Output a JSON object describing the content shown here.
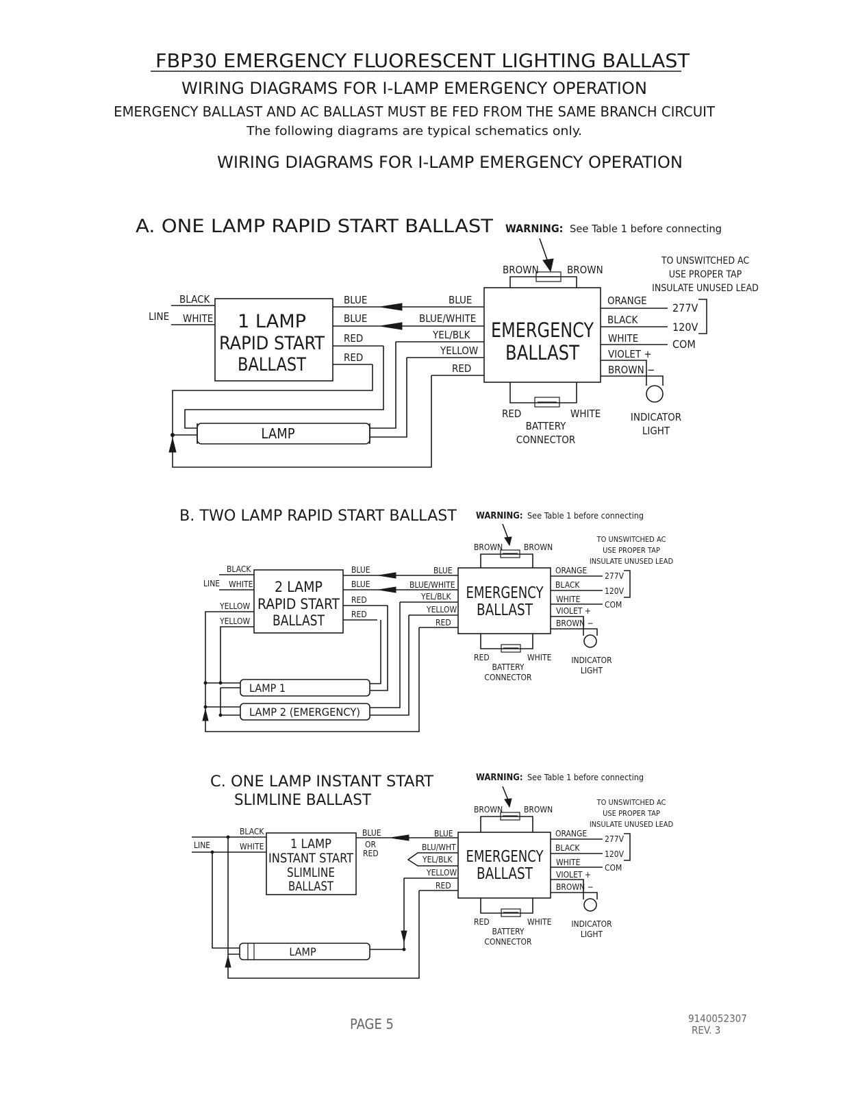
{
  "header": {
    "title": "FBP30 EMERGENCY FLUORESCENT LIGHTING BALLAST",
    "subtitle": "WIRING DIAGRAMS FOR I-LAMP EMERGENCY OPERATION",
    "notice": "EMERGENCY BALLAST AND AC BALLAST MUST BE FED FROM THE SAME BRANCH CIRCUIT",
    "note": "The following diagrams are typical schematics only.",
    "subtitle2": "WIRING DIAGRAMS FOR I-LAMP EMERGENCY OPERATION"
  },
  "common": {
    "warning_bold": "WARNING:",
    "warning_text": "See Table 1 before connecting",
    "brown": "BROWN",
    "to_unswitched": "TO UNSWITCHED AC",
    "use_proper_tap": "USE PROPER TAP",
    "insulate": "INSULATE UNUSED LEAD",
    "orange": "ORANGE",
    "black": "BLACK",
    "white": "WHITE",
    "violet": "VIOLET +",
    "brown_minus": "BROWN −",
    "v277": "277V",
    "v120": "120V",
    "com": "COM",
    "emergency": "EMERGENCY",
    "ballast": "BALLAST",
    "red": "RED",
    "battery": "BATTERY",
    "connector": "CONNECTOR",
    "indicator": "INDICATOR",
    "light": "LIGHT",
    "line": "LINE",
    "blue": "BLUE",
    "blue_white": "BLUE/WHITE",
    "yel_blk": "YEL/BLK",
    "yellow": "YELLOW",
    "blu_wht": "BLU/WHT",
    "or": "OR"
  },
  "diagram_a": {
    "heading": "A.  ONE LAMP RAPID START BALLAST",
    "ac_line1": "1 LAMP",
    "ac_line2": "RAPID START",
    "ac_line3": "BALLAST",
    "lamp": "LAMP"
  },
  "diagram_b": {
    "heading": "B.  TWO LAMP RAPID START BALLAST",
    "ac_line1": "2 LAMP",
    "ac_line2": "RAPID START",
    "ac_line3": "BALLAST",
    "lamp1": "LAMP  1",
    "lamp2": "LAMP  2  (EMERGENCY)"
  },
  "diagram_c": {
    "heading_line1": "C.  ONE LAMP INSTANT START",
    "heading_line2": "SLIMLINE BALLAST",
    "ac_line1": "1 LAMP",
    "ac_line2": "INSTANT START",
    "ac_line3": "SLIMLINE",
    "ac_line4": "BALLAST",
    "lamp": "LAMP"
  },
  "footer": {
    "page": "PAGE  5",
    "doc_number": "9140052307",
    "revision": "REV. 3"
  }
}
